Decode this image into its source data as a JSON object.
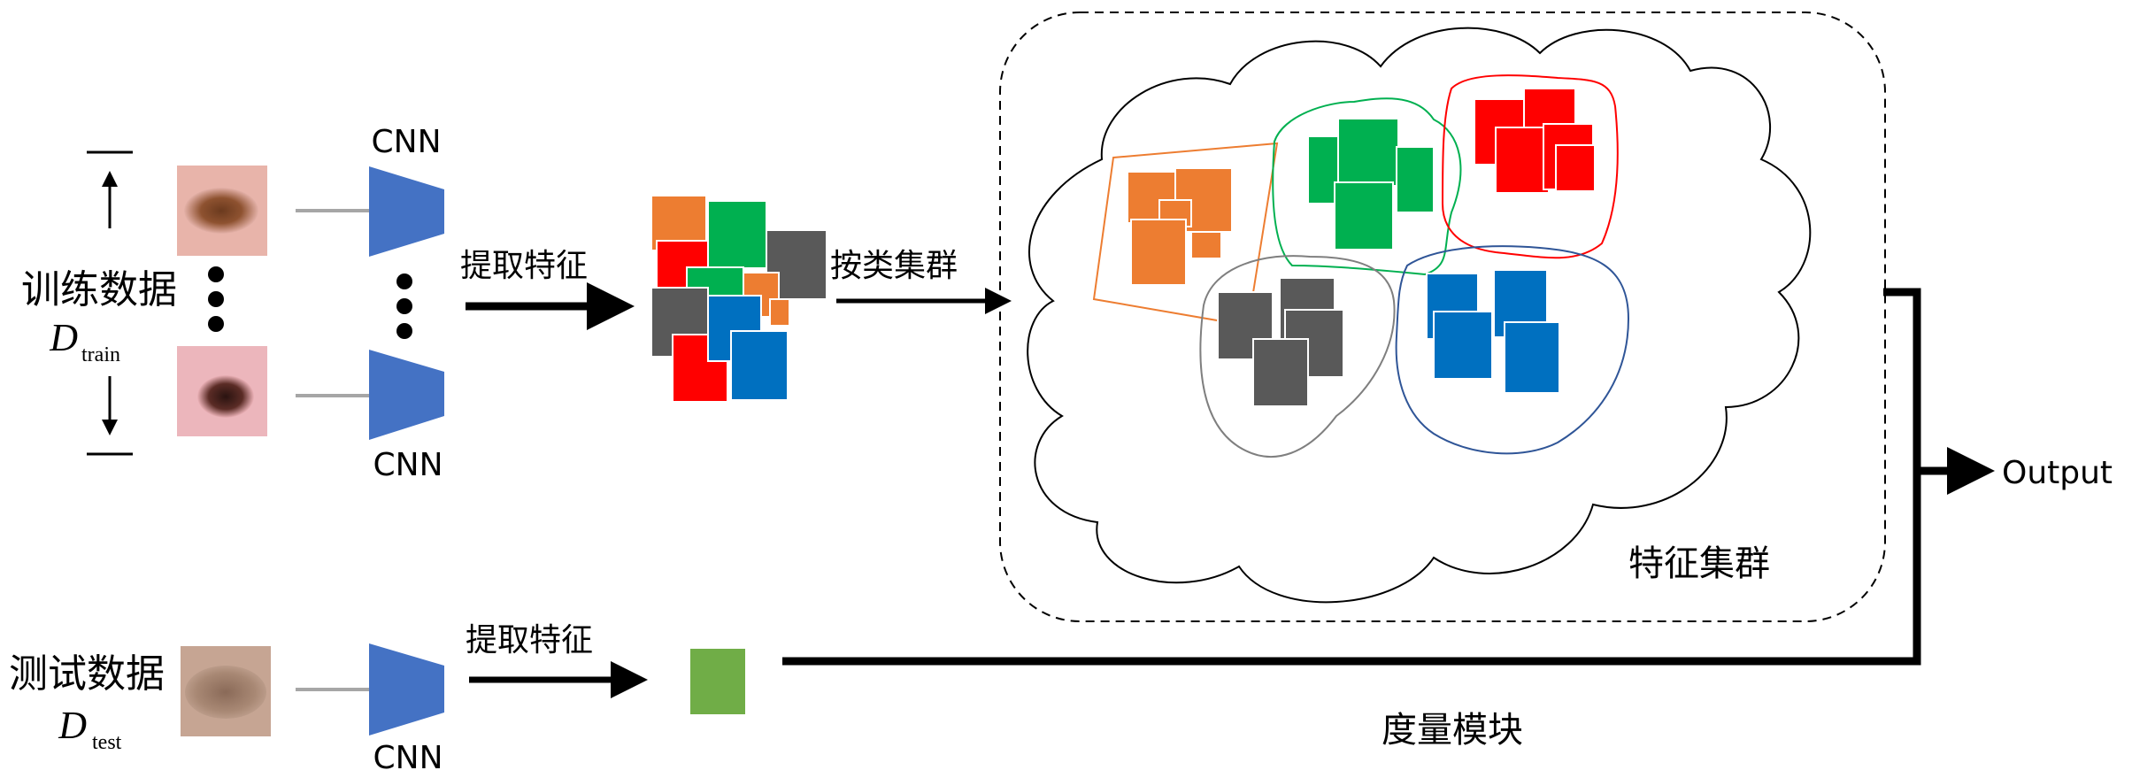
{
  "colors": {
    "cnn": "#4472c4",
    "orange": "#ed7d31",
    "green": "#00b050",
    "red": "#ff0000",
    "gray": "#595959",
    "blue": "#0070c0",
    "test_feature": "#70ad47",
    "arrow": "#000000",
    "thin_arrow": "#a6a6a6",
    "skin": "#e9b6b4"
  },
  "train": {
    "label": "训练数据",
    "symbol": "D",
    "subscript": "train"
  },
  "test": {
    "label": "测试数据",
    "symbol": "D",
    "subscript": "test"
  },
  "cnn_label": "CNN",
  "extract_label": "提取特征",
  "cluster_label": "按类集群",
  "feature_cluster_label": "特征集群",
  "metric_label": "度量模块",
  "output_label": "Output",
  "icons": [
    "skin-lesion-image-icon",
    "cnn-trapezoid-icon",
    "ellipsis-dots-icon",
    "cloud-icon"
  ]
}
